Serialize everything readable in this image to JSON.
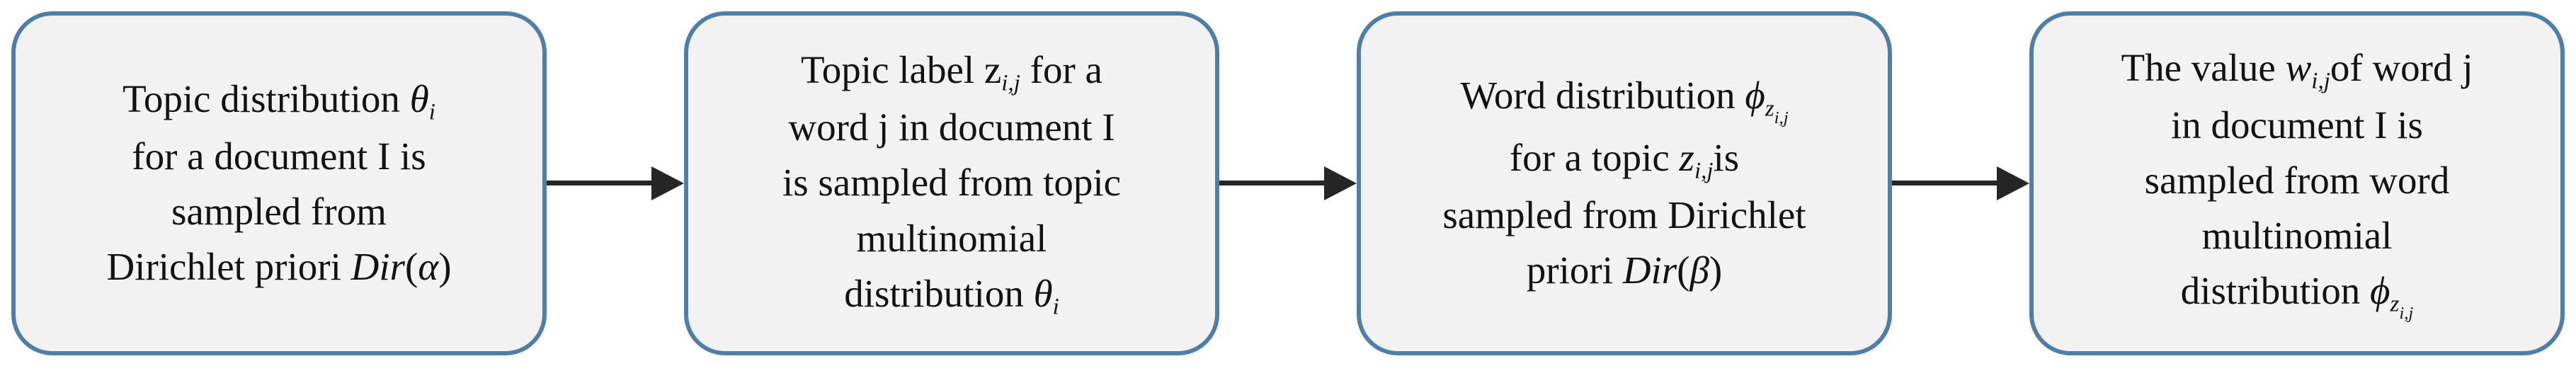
{
  "diagram": {
    "type": "flowchart",
    "direction": "left-to-right",
    "colors": {
      "box_border": "#4f7fa8",
      "box_fill": "#f2f2f2",
      "arrow": "#262626",
      "text": "#121212",
      "background": "#ffffff"
    },
    "arrows": [
      {
        "name": "arrow-1",
        "from": "box-1",
        "to": "box-2"
      },
      {
        "name": "arrow-2",
        "from": "box-2",
        "to": "box-3"
      },
      {
        "name": "arrow-3",
        "from": "box-3",
        "to": "box-4"
      }
    ],
    "boxes": [
      {
        "id": "box-1",
        "plain_text": "Topic distribution θi for a document I is sampled from Dirichlet priori Dir(α)",
        "lines": [
          [
            {
              "t": "Topic distribution "
            },
            {
              "i": "θ"
            },
            {
              "sub": "i"
            }
          ],
          [
            {
              "t": "for a document I is"
            }
          ],
          [
            {
              "t": "sampled from"
            }
          ],
          [
            {
              "t": "Dirichlet priori "
            },
            {
              "i": "Dir"
            },
            {
              "t": "("
            },
            {
              "i": "α"
            },
            {
              "t": ")"
            }
          ]
        ]
      },
      {
        "id": "box-2",
        "plain_text": "Topic label zi,j for a word j in document I is sampled from topic multinomial distribution θi",
        "lines": [
          [
            {
              "t": "Topic label z"
            },
            {
              "sub": "i,j"
            },
            {
              "t": " for a"
            }
          ],
          [
            {
              "t": "word j in document I"
            }
          ],
          [
            {
              "t": "is sampled from topic"
            }
          ],
          [
            {
              "t": "multinomial"
            }
          ],
          [
            {
              "t": "distribution "
            },
            {
              "i": "θ"
            },
            {
              "sub": "i"
            }
          ]
        ]
      },
      {
        "id": "box-3",
        "plain_text": "Word distribution ϕzi,j for a topic zi,j is sampled from Dirichlet priori Dir(β)",
        "lines": [
          [
            {
              "t": "Word distribution "
            },
            {
              "i": "ϕ"
            },
            {
              "sub": "z"
            },
            {
              "subsub": "i,j"
            }
          ],
          [
            {
              "t": "for a topic "
            },
            {
              "i": "z"
            },
            {
              "sub": "i,j"
            },
            {
              "t": "is"
            }
          ],
          [
            {
              "t": "sampled from Dirichlet"
            }
          ],
          [
            {
              "t": "priori "
            },
            {
              "i": "Dir"
            },
            {
              "t": "("
            },
            {
              "i": "β"
            },
            {
              "t": ")"
            }
          ]
        ]
      },
      {
        "id": "box-4",
        "plain_text": "The value wi,j of word j in document I is sampled from word multinomial distribution ϕzi,j",
        "lines": [
          [
            {
              "t": "The value "
            },
            {
              "i": "w"
            },
            {
              "sub": "i,j"
            },
            {
              "t": "of word j"
            }
          ],
          [
            {
              "t": "in document I is"
            }
          ],
          [
            {
              "t": "sampled from word"
            }
          ],
          [
            {
              "t": "multinomial"
            }
          ],
          [
            {
              "t": "distribution "
            },
            {
              "i": "ϕ"
            },
            {
              "sub": "z"
            },
            {
              "subsub": "i,j"
            }
          ]
        ]
      }
    ]
  }
}
